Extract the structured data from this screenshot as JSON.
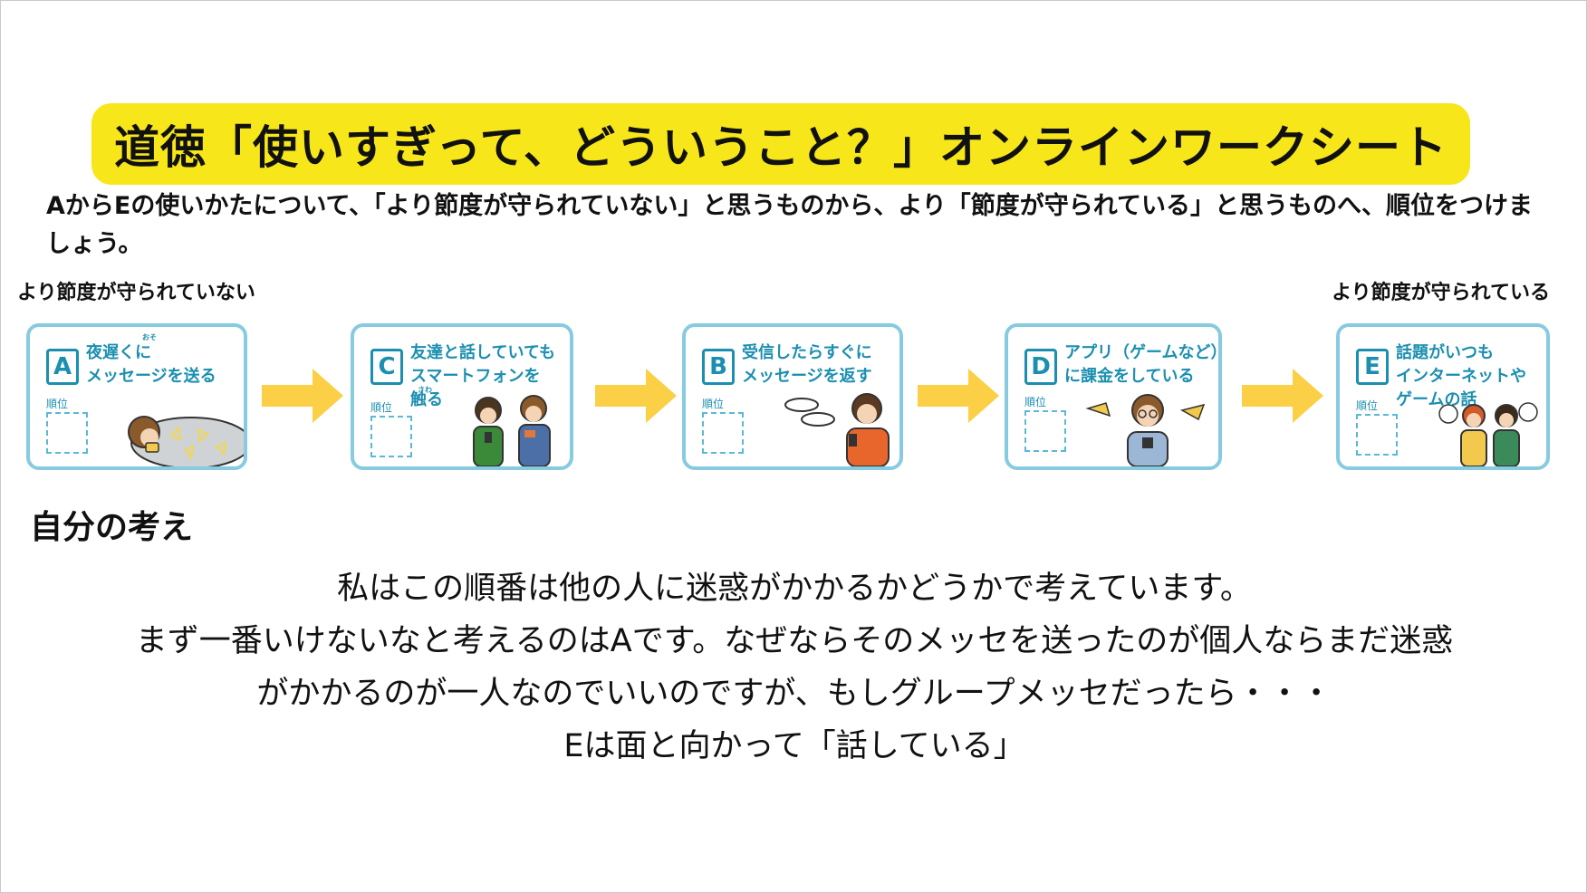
{
  "title": "道徳「使いすぎって、どういうこと？」オンラインワークシート",
  "instruction": "AからEの使いかたについて、「より節度が守られていない」と思うものから、より「節度が守られている」と思うものへ、順位をつけましょう。",
  "scale": {
    "left": "より節度が守られていない",
    "right": "より節度が守られている"
  },
  "cards": [
    {
      "letter": "A",
      "lines": [
        "夜遅くに",
        "メッセージを送る"
      ],
      "ruby": "おそ",
      "rank_label": "順位"
    },
    {
      "letter": "C",
      "lines": [
        "友達と話していても",
        "スマートフォンを",
        "触る"
      ],
      "ruby": "さわ",
      "rank_label": "順位"
    },
    {
      "letter": "B",
      "lines": [
        "受信したらすぐに",
        "メッセージを返す"
      ],
      "rank_label": "順位"
    },
    {
      "letter": "D",
      "lines": [
        "アプリ（ゲームなど）",
        "に課金をしている"
      ],
      "rank_label": "順位"
    },
    {
      "letter": "E",
      "lines": [
        "話題がいつも",
        "インターネットや",
        "ゲームの話"
      ],
      "rank_label": "順位"
    }
  ],
  "section_title": "自分の考え",
  "answer_lines": [
    "私はこの順番は他の人に迷惑がかかるかどうかで考えています。",
    "まず一番いけないなと考えるのはAです。なぜならそのメッセを送ったのが個人ならまだ迷惑",
    "がかかるのが一人なのでいいのですが、もしグループメッセだったら・・・",
    "Eは面と向かって「話している」"
  ],
  "colors": {
    "title_bg": "#f6e61a",
    "card_border": "#86cbe0",
    "card_text": "#1b8fb0",
    "arrow": "#fbcf46"
  },
  "icons": [
    "right-arrow-icon",
    "sleeping-person-illustration",
    "two-friends-illustration",
    "person-phone-illustration",
    "gaming-person-illustration",
    "friends-talking-illustration"
  ]
}
